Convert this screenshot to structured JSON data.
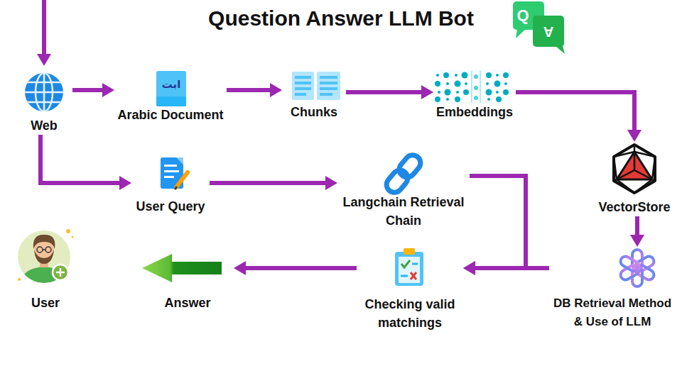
{
  "diagram": {
    "title": "Question Answer LLM Bot",
    "nodes": [
      {
        "text": [
          "Web"
        ]
      },
      {
        "text": [
          "Arabic Document"
        ]
      },
      {
        "text": [
          "Chunks"
        ]
      },
      {
        "text": [
          "Embeddings"
        ]
      },
      {
        "text": [
          "User Query"
        ]
      },
      {
        "text": [
          "Langchain Retrieval Chain"
        ]
      },
      {
        "text": [
          "VectorStore"
        ]
      },
      {
        "text": [
          "User"
        ]
      },
      {
        "text": [
          "Answer"
        ]
      },
      {
        "text": [
          "Checking valid matchings"
        ]
      },
      {
        "text": [
          "DB Retrieval Method & Use of LLM"
        ]
      }
    ],
    "edges": [
      {
        "from": 0,
        "to": 1,
        "arrow": "to"
      },
      {
        "from": 1,
        "to": 2,
        "arrow": "to"
      },
      {
        "from": 2,
        "to": 3,
        "arrow": "to"
      },
      {
        "from": 3,
        "to": 6,
        "arrow": "to"
      },
      {
        "from": 0,
        "to": 4,
        "arrow": "to"
      },
      {
        "from": 4,
        "to": 5,
        "arrow": "to"
      },
      {
        "from": 5,
        "to": 9,
        "arrow": "to"
      },
      {
        "from": 6,
        "to": 10,
        "arrow": "to"
      },
      {
        "from": 10,
        "to": 9,
        "arrow": "to"
      },
      {
        "from": 9,
        "to": 8,
        "arrow": "to"
      }
    ],
    "labels": [
      "Q",
      "A",
      "ابت"
    ]
  }
}
